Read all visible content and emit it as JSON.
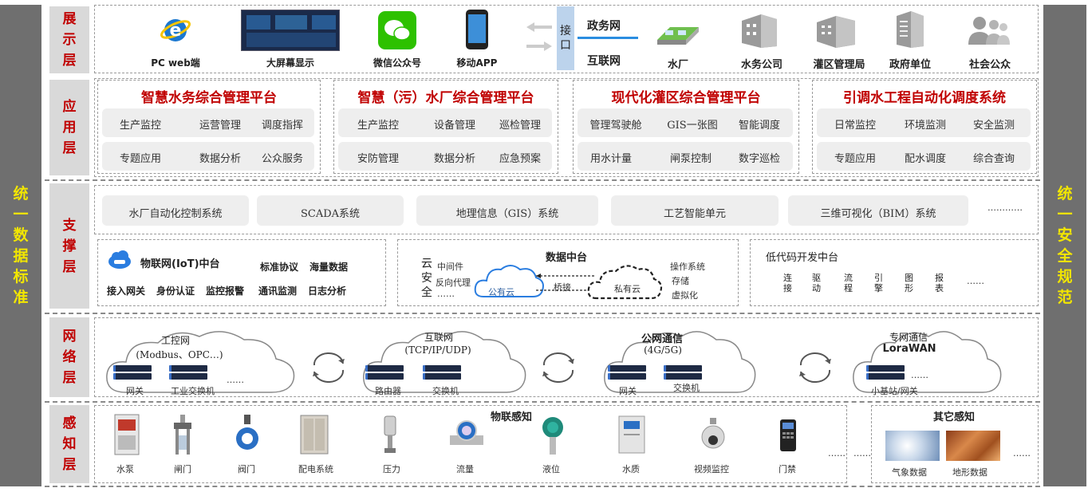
{
  "side_left": "统一数据标准",
  "side_right": "统一安全规范",
  "layers": {
    "display": "展示层",
    "app": "应用层",
    "support": "支撑层",
    "network": "网络层",
    "sense": "感知层"
  },
  "display": {
    "items": [
      "PC web端",
      "大屏幕显示",
      "微信公众号",
      "移动APP"
    ],
    "interface": "接口",
    "gov_net": "政务网",
    "internet": "互联网",
    "targets": [
      "水厂",
      "水务公司",
      "灌区管理局",
      "政府单位",
      "社会公众"
    ]
  },
  "apps": [
    {
      "title": "智慧水务综合管理平台",
      "cells": [
        "生产监控",
        "运营管理",
        "调度指挥",
        "专题应用",
        "数据分析",
        "公众服务"
      ]
    },
    {
      "title": "智慧（污）水厂综合管理平台",
      "cells": [
        "生产监控",
        "设备管理",
        "巡检管理",
        "安防管理",
        "数据分析",
        "应急预案"
      ]
    },
    {
      "title": "现代化灌区综合管理平台",
      "cells": [
        "管理驾驶舱",
        "GIS一张图",
        "智能调度",
        "用水计量",
        "闸泵控制",
        "数字巡检"
      ]
    },
    {
      "title": "引调水工程自动化调度系统",
      "cells": [
        "日常监控",
        "环境监测",
        "安全监测",
        "专题应用",
        "配水调度",
        "综合查询"
      ]
    }
  ],
  "support": {
    "systems": [
      "水厂自动化控制系统",
      "SCADA系统",
      "地理信息（GIS）系统",
      "工艺智能单元",
      "三维可视化（BIM）系统",
      "…………"
    ],
    "iot": {
      "title": "物联网(IoT)中台",
      "tags1": [
        "标准协议",
        "海量数据"
      ],
      "tags2": [
        "接入网关",
        "身份认证",
        "监控报警",
        "通讯监测",
        "日志分析"
      ]
    },
    "data_center": {
      "title": "数据中台",
      "cloud_v": "云安全",
      "left": [
        "中间件",
        "反向代理",
        "……"
      ],
      "public": "公有云",
      "bridge": "桥接",
      "private": "私有云",
      "right": [
        "操作系统",
        "存储",
        "虚拟化"
      ]
    },
    "lowcode": {
      "title": "低代码开发中台",
      "items": [
        "连接",
        "驱动",
        "流程",
        "引擎",
        "图形",
        "报表"
      ],
      "more": "……"
    }
  },
  "network": [
    {
      "title": "工控网",
      "sub": "(Modbus、OPC…)",
      "l1": "网关",
      "l2": "工业交换机",
      "more": "……"
    },
    {
      "title": "互联网",
      "sub": "(TCP/IP/UDP)",
      "l1": "路由器",
      "l2": "交换机"
    },
    {
      "title": "公网通信",
      "sub": "(4G/5G)",
      "l1": "网关",
      "l2": "交换机"
    },
    {
      "title": "专网通信",
      "sub": "LoraWAN",
      "l1": "小基站/网关",
      "more": "……"
    }
  ],
  "sense": {
    "iot_title": "物联感知",
    "iot_items": [
      "水泵",
      "闸门",
      "阀门",
      "配电系统",
      "压力",
      "流量",
      "液位",
      "水质",
      "视频监控",
      "门禁"
    ],
    "dots": "……",
    "other_title": "其它感知",
    "other_items": [
      "气象数据",
      "地形数据"
    ],
    "other_more": "……"
  },
  "colors": {
    "accent_red": "#c00000",
    "side_yellow": "#f2e600",
    "side_grey": "#6f6f6f"
  }
}
